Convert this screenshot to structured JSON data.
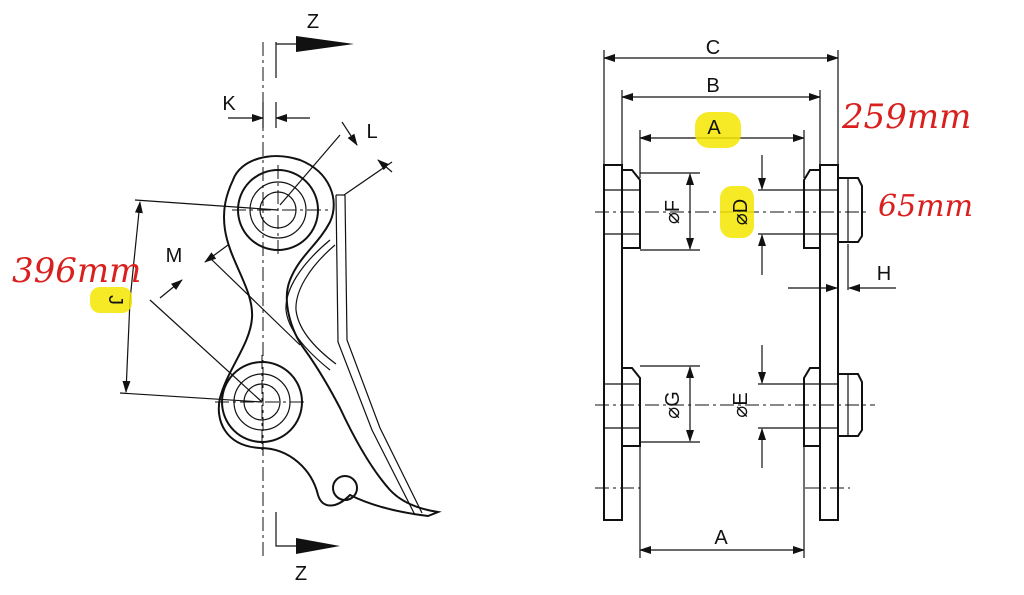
{
  "colors": {
    "line": "#111111",
    "highlight": "#f5e600",
    "handwriting": "#d9201e"
  },
  "left_view": {
    "section_top": "Z",
    "section_bottom": "Z",
    "dim_k": "K",
    "dim_l": "L",
    "dim_m": "M",
    "dim_j": "J",
    "note_j": "396mm"
  },
  "right_view": {
    "dim_c": "C",
    "dim_b": "B",
    "dim_a_top": "A",
    "dim_a_bottom": "A",
    "dim_f": "⌀F",
    "dim_d": "⌀D",
    "dim_g": "⌀G",
    "dim_e": "⌀E",
    "dim_h": "H",
    "note_b": "259mm",
    "note_d": "65mm"
  }
}
